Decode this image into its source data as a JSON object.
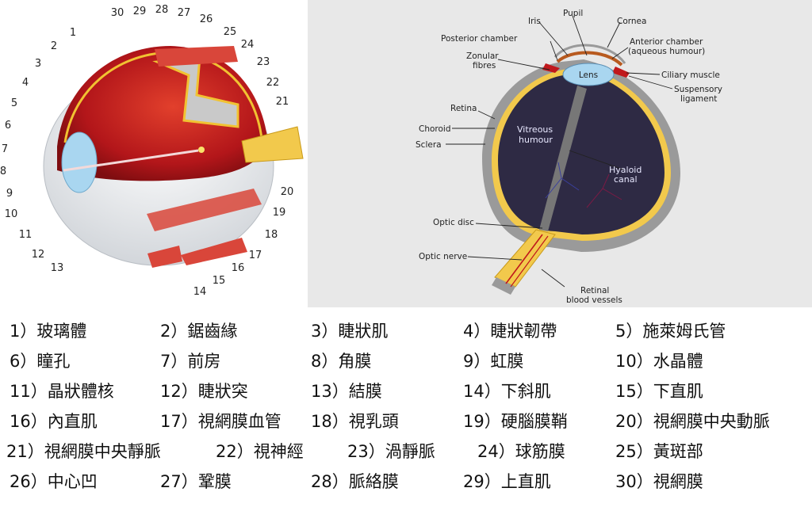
{
  "left_labels": [
    "1",
    "2",
    "3",
    "4",
    "5",
    "6",
    "7",
    "8",
    "9",
    "10",
    "11",
    "12",
    "13",
    "14",
    "15",
    "16",
    "17",
    "18",
    "19",
    "20",
    "21",
    "22",
    "23",
    "24",
    "25",
    "26",
    "27",
    "28",
    "29",
    "30"
  ],
  "right_labels": {
    "iris": "Iris",
    "pupil": "Pupil",
    "cornea": "Cornea",
    "posterior_chamber": "Posterior chamber",
    "zonular_1": "Zonular",
    "zonular_2": "fibres",
    "anterior_1": "Anterior chamber",
    "anterior_2": "(aqueous humour)",
    "lens": "Lens",
    "ciliary": "Ciliary muscle",
    "suspensory_1": "Suspensory",
    "suspensory_2": "ligament",
    "retina": "Retina",
    "choroid": "Choroid",
    "sclera": "Sclera",
    "vitreous_1": "Vitreous",
    "vitreous_2": "humour",
    "hyaloid_1": "Hyaloid",
    "hyaloid_2": "canal",
    "optic_disc": "Optic disc",
    "optic_nerve": "Optic nerve",
    "retinal_1": "Retinal",
    "retinal_2": "blood vessels"
  },
  "legend": [
    "1）玻璃體",
    "2）鋸齒緣",
    "3）睫狀肌",
    "4）睫狀韌帶",
    "5）施萊姆氏管",
    "6）瞳孔",
    "7）前房",
    "8）角膜",
    "9）虹膜",
    "10）水晶體",
    "11）晶狀體核",
    "12）睫狀突",
    "13）結膜",
    "14）下斜肌",
    "15）下直肌",
    "16）內直肌",
    "17）視網膜血管",
    "18）視乳頭",
    "19）硬腦膜鞘",
    "20）視網膜中央動脈",
    "21）視網膜中央靜脈",
    "22）視神經",
    "23）渦靜脈",
    "24）球筋膜",
    "25）黃斑部",
    "26）中心凹",
    "27）鞏膜",
    "28）脈絡膜",
    "29）上直肌",
    "30）視網膜"
  ],
  "colors": {
    "sclera": "#9a9a9a",
    "vitreous": "#2e2a44",
    "nerve": "#f2c94c",
    "muscle": "#d9463a",
    "retina_red": "#c0181c",
    "lens": "#a9d6f0"
  }
}
